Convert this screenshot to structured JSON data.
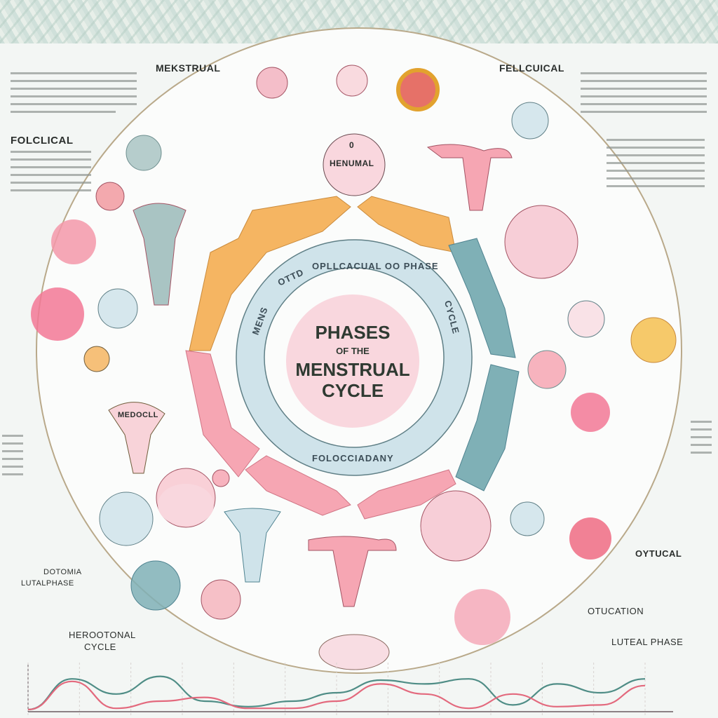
{
  "title": {
    "line1": "PHASES",
    "line2": "OF THE",
    "line3": "MENSTRUAL",
    "line4": "CYCLE"
  },
  "ring_labels": {
    "top": "OPLLCACUAL OO PHASE",
    "top_left": "OTTD",
    "left": "MENS",
    "right": "CYCLE",
    "bottom": "FOLOCCIADANY"
  },
  "labels": {
    "menstrual": "MEKSTRUAL",
    "follicular_top": "FELLCUICAL",
    "follicular_left": "FOLCLICAL",
    "menstrual_bubble_num": "0",
    "menstrual_bubble": "HENUMAL",
    "medocll": "MEDOCLL",
    "luteal_left_1": "DOTOMIA",
    "luteal_left_2": "LUTALPHASE",
    "hormonal_1": "HEROOTONAL",
    "hormonal_2": "CYCLE",
    "ovulation_1": "OYTUCAL",
    "ovulation_2": "OTUCATION",
    "luteal_phase": "LUTEAL PHASE"
  },
  "colors": {
    "orange": "#f5b562",
    "teal": "#6fa3ad",
    "pink": "#f29aa8",
    "center": "#f9d7de",
    "ring": "#cfe3ea"
  },
  "hormone_chart": {
    "y_range": [
      0,
      5
    ],
    "series": [
      {
        "name": "teal",
        "color": "#4f8d86",
        "values": [
          0.25,
          3.9,
          2.1,
          4.2,
          1.25,
          0.6,
          1.25,
          2.25,
          3.75,
          3.3,
          3.9,
          0.8,
          3.3,
          2.25,
          3.9
        ]
      },
      {
        "name": "pink",
        "color": "#e3697d",
        "values": [
          0.25,
          3.6,
          0.4,
          1.25,
          1.7,
          0.4,
          0.4,
          1.25,
          3.3,
          2.1,
          0.4,
          2.1,
          0.6,
          0.8,
          3.1
        ]
      }
    ]
  }
}
